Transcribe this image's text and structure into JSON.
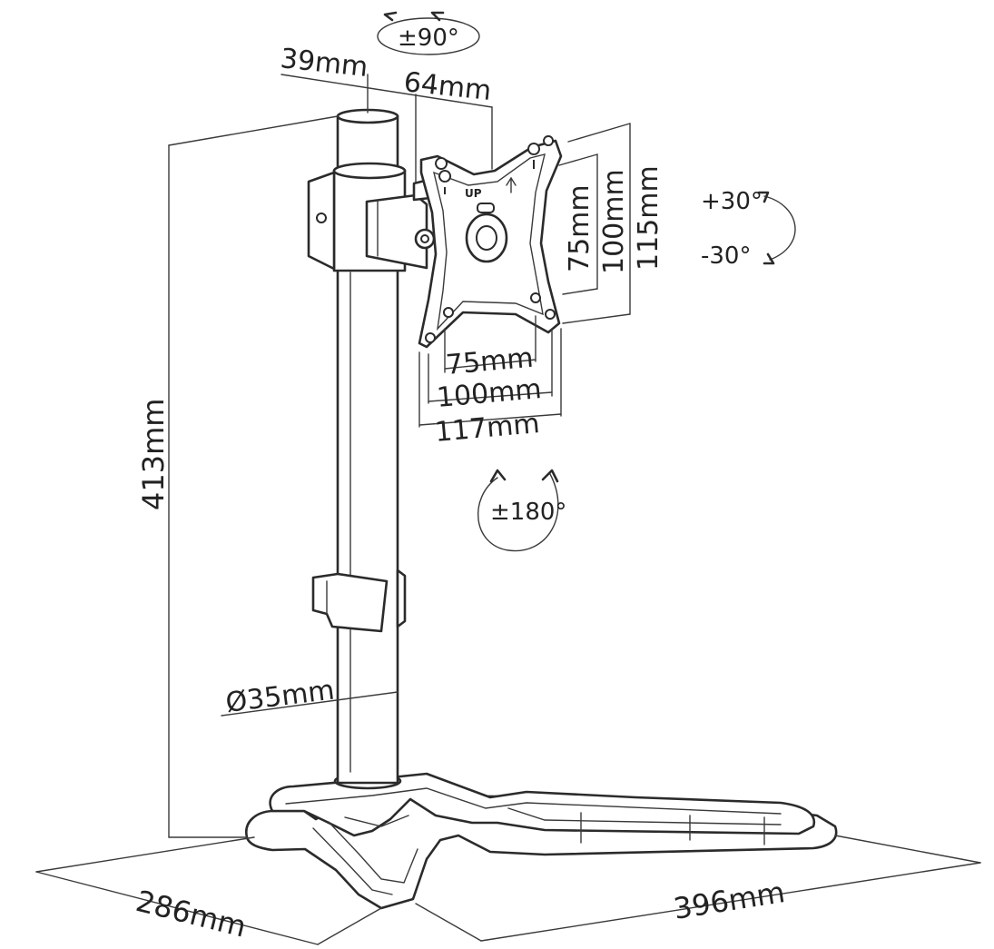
{
  "labels": {
    "swivel": "±90°",
    "arm_width": "39mm",
    "arm_depth": "64mm",
    "tilt_up": "+30°",
    "tilt_down": "-30°",
    "vesa_v_small": "75mm",
    "vesa_v_large": "100mm",
    "plate_height": "115mm",
    "vesa_h_small": "75mm",
    "vesa_h_large": "100mm",
    "plate_width": "117mm",
    "rotation": "±180°",
    "pole_height": "413mm",
    "pole_diameter": "Ø35mm",
    "base_depth": "286mm",
    "base_width": "396mm",
    "plate_up_mark": "UP"
  },
  "icons": {
    "up_arrow": "up-arrow-icon",
    "rotate_arrows": "rotation-arrows-icon"
  },
  "colors": {
    "line": "#2b2b2b",
    "background": "#ffffff"
  }
}
